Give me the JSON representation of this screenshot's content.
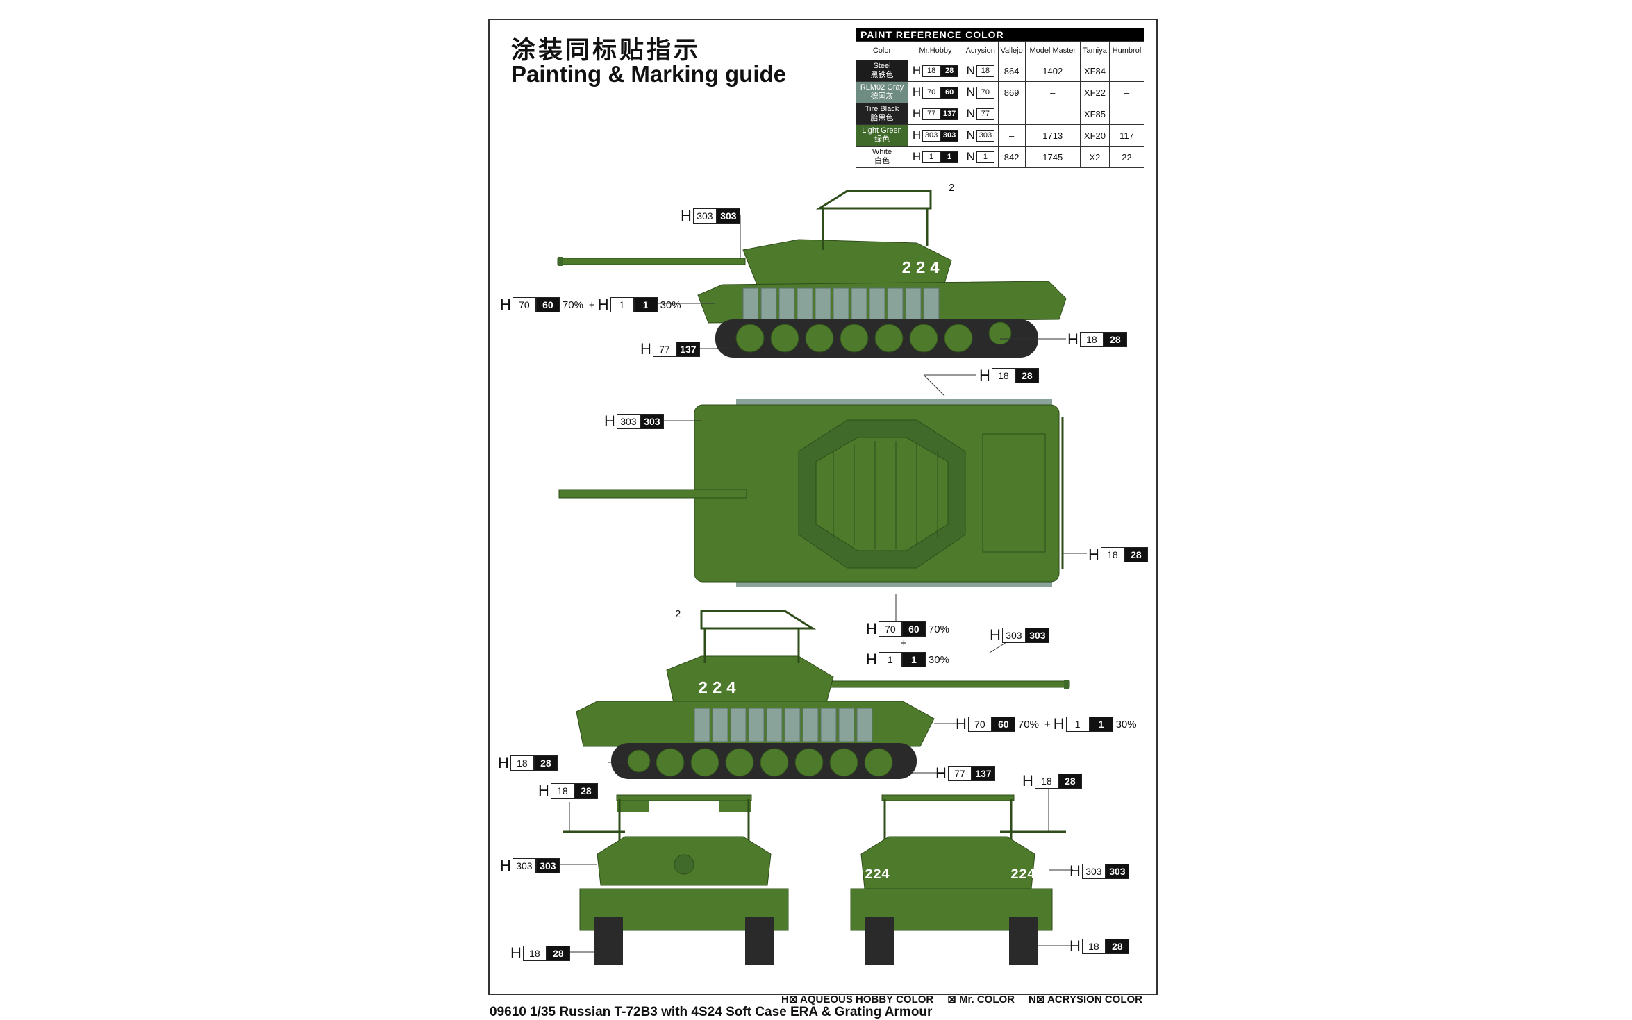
{
  "title_cn": "涂装同标贴指示",
  "title_en": "Painting & Marking guide",
  "paint_table": {
    "heading": "PAINT  REFERENCE COLOR",
    "columns": [
      "Color",
      "Mr.Hobby",
      "Acrysion",
      "Vallejo",
      "Model Master",
      "Tamiya",
      "Humbrol"
    ],
    "rows": [
      {
        "name": "Steel",
        "name_cn": "黑铁色",
        "swatch": "#1c1c1c",
        "h_a": "18",
        "h_b": "28",
        "n": "18",
        "vallejo": "864",
        "model_master": "1402",
        "tamiya": "XF84",
        "humbrol": "–"
      },
      {
        "name": "RLM02 Gray",
        "name_cn": "德国灰",
        "swatch": "#6f8c83",
        "h_a": "70",
        "h_b": "60",
        "n": "70",
        "vallejo": "869",
        "model_master": "–",
        "tamiya": "XF22",
        "humbrol": "–"
      },
      {
        "name": "Tire Black",
        "name_cn": "胎黑色",
        "swatch": "#222222",
        "h_a": "77",
        "h_b": "137",
        "n": "77",
        "vallejo": "–",
        "model_master": "–",
        "tamiya": "XF85",
        "humbrol": "–"
      },
      {
        "name": "Light Green",
        "name_cn": "绿色",
        "swatch": "#3f6a2a",
        "h_a": "303",
        "h_b": "303",
        "n": "303",
        "vallejo": "–",
        "model_master": "1713",
        "tamiya": "XF20",
        "humbrol": "117"
      },
      {
        "name": "White",
        "name_cn": "白色",
        "swatch": "#ffffff",
        "h_a": "1",
        "h_b": "1",
        "n": "1",
        "vallejo": "842",
        "model_master": "1745",
        "tamiya": "X2",
        "humbrol": "22"
      }
    ]
  },
  "prefix_h": "H",
  "prefix_n": "N",
  "marking_number": "224",
  "ref_2": "2",
  "pct_70": "70%",
  "pct_30": "30%",
  "plus": "+",
  "legend": {
    "aqueous": "H⊠ AQUEOUS HOBBY COLOR",
    "mr": "⊠ Mr. COLOR",
    "acrysion": "N⊠ ACRYSION COLOR"
  },
  "footer": "09610 1/35  Russian T-72B3 with 4S24 Soft Case ERA & Grating Armour",
  "colors": {
    "tank_green": "#4e7a2c",
    "tank_dark": "#2f4d1a",
    "era_gray": "#8aa39a",
    "track": "#2a2a2a"
  }
}
